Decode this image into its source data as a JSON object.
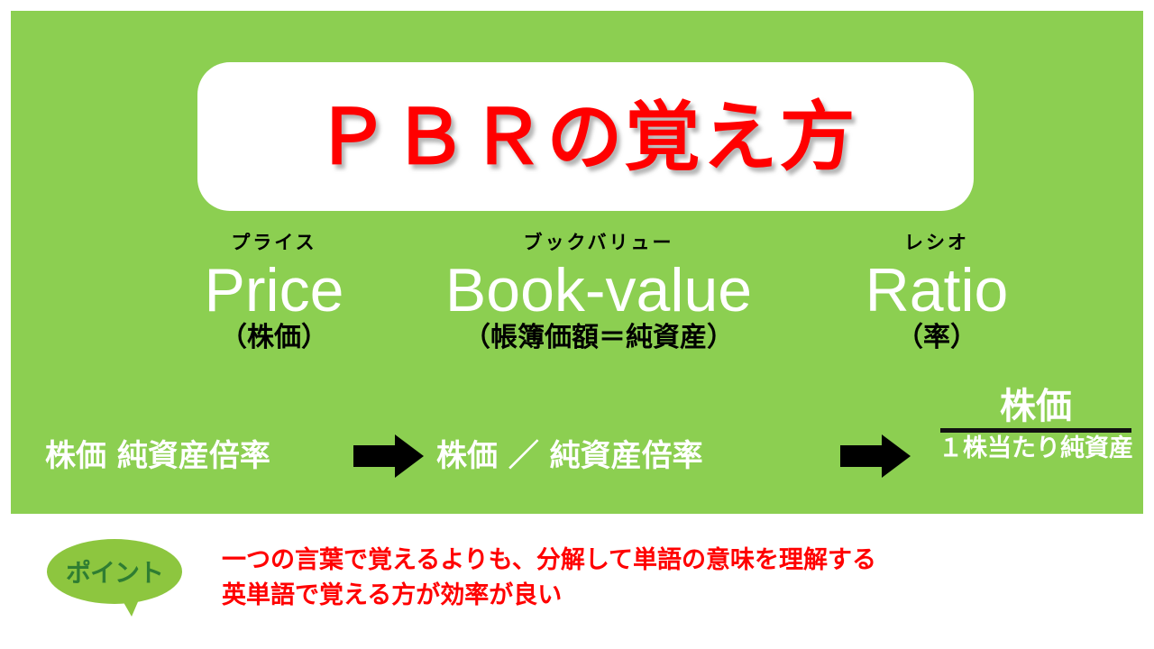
{
  "colors": {
    "panel_green": "#8ccf51",
    "title_red": "#ff0000",
    "bubble_green": "#8dc63f",
    "bubble_text_green": "#2f7d32",
    "white": "#ffffff",
    "black": "#000000"
  },
  "title": {
    "text": "ＰＢＲの覚え方"
  },
  "words": [
    {
      "furigana": "プライス",
      "english": "Price",
      "gloss": "（株価）"
    },
    {
      "furigana": "ブックバリュー",
      "english": "Book-value",
      "gloss": "（帳簿価額＝純資産）"
    },
    {
      "furigana": "レシオ",
      "english": "Ratio",
      "gloss": "（率）"
    }
  ],
  "formula": {
    "term_a": "株価 純資産倍率",
    "arrow_1": "right-arrow",
    "term_b": "株価 ／ 純資産倍率",
    "arrow_2": "right-arrow",
    "fraction": {
      "numerator": "株価",
      "denominator": "１株当たり純資産"
    }
  },
  "point": {
    "badge_label": "ポイント",
    "lines": [
      "一つの言葉で覚えるよりも、分解して単語の意味を理解する",
      "英単語で覚える方が効率が良い"
    ]
  }
}
